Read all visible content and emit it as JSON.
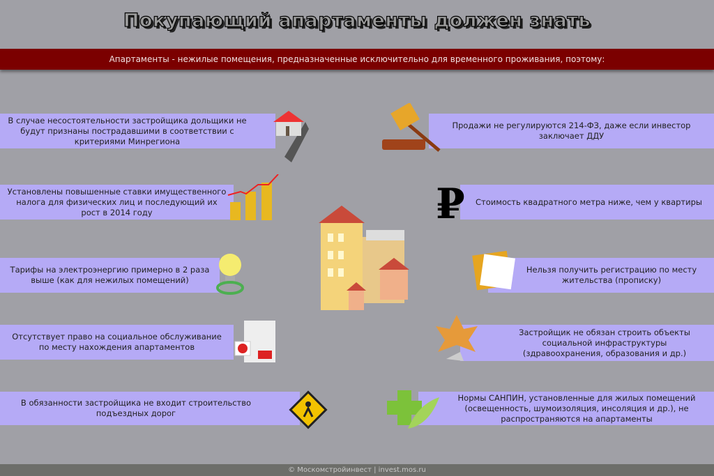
{
  "title": "Покупающий апартаменты должен знать",
  "subtitle": "Апартаменты - нежилые помещения, предназначенные исключительно для временного проживания, поэтому:",
  "left": [
    "В случае несостоятельности застройщика дольщики не будут признаны пострадавшими в соответствии с критериями Минрегиона",
    "Установлены повышенные ставки имущественного налога для физических лиц и последующий их рост в 2014 году",
    "Тарифы  на электроэнергию примерно в 2 раза выше (как для нежилых помещений)",
    "Отсутствует право на социальное обслуживание по месту нахождения апартаментов",
    "В обязанности застройщика не входит строительство подъездных дорог"
  ],
  "right": [
    "Продажи не регулируются 214-ФЗ, даже если инвестор заключает ДДУ",
    "Стоимость квадратного метра ниже, чем у квартиры",
    "Нельзя получить регистрацию по месту жительства (прописку)",
    "Застройщик не обязан строить объекты социальной инфраструктуры (здравоохранения, образования и др.)",
    "Нормы САНПИН, установленные для жилых помещений (освещенность, шумоизоляция, инсоляция и др.), не распространяются на апартаменты"
  ],
  "ruble": "₽",
  "footer": "© Москомстройинвест | invest.mos.ru"
}
